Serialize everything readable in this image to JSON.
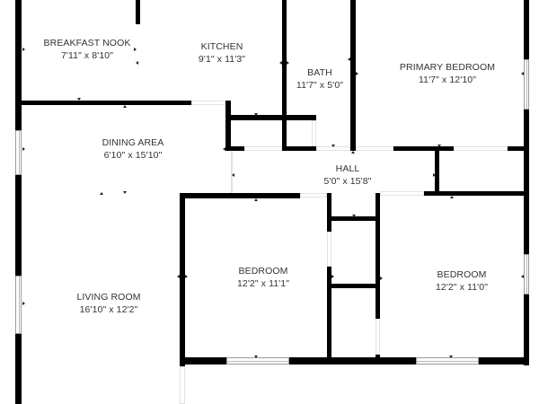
{
  "floor_plan": {
    "wall_color": "#000000",
    "text_color": "#333333",
    "background": "#ffffff",
    "rooms": [
      {
        "id": "breakfast-nook",
        "name": "BREAKFAST NOOK",
        "dimensions": "7'11\" x 8'10\""
      },
      {
        "id": "kitchen",
        "name": "KITCHEN",
        "dimensions": "9'1\" x 11'3\""
      },
      {
        "id": "bath",
        "name": "BATH",
        "dimensions": "11'7\" x 5'0\""
      },
      {
        "id": "primary-bedroom",
        "name": "PRIMARY BEDROOM",
        "dimensions": "11'7\" x 12'10\""
      },
      {
        "id": "dining-area",
        "name": "DINING AREA",
        "dimensions": "6'10\" x 15'10\""
      },
      {
        "id": "hall",
        "name": "HALL",
        "dimensions": "5'0\" x 15'8\""
      },
      {
        "id": "living-room",
        "name": "LIVING ROOM",
        "dimensions": "16'10\" x 12'2\""
      },
      {
        "id": "bedroom-1",
        "name": "BEDROOM",
        "dimensions": "12'2\" x 11'1\""
      },
      {
        "id": "bedroom-2",
        "name": "BEDROOM",
        "dimensions": "12'2\" x 11'0\""
      }
    ]
  }
}
